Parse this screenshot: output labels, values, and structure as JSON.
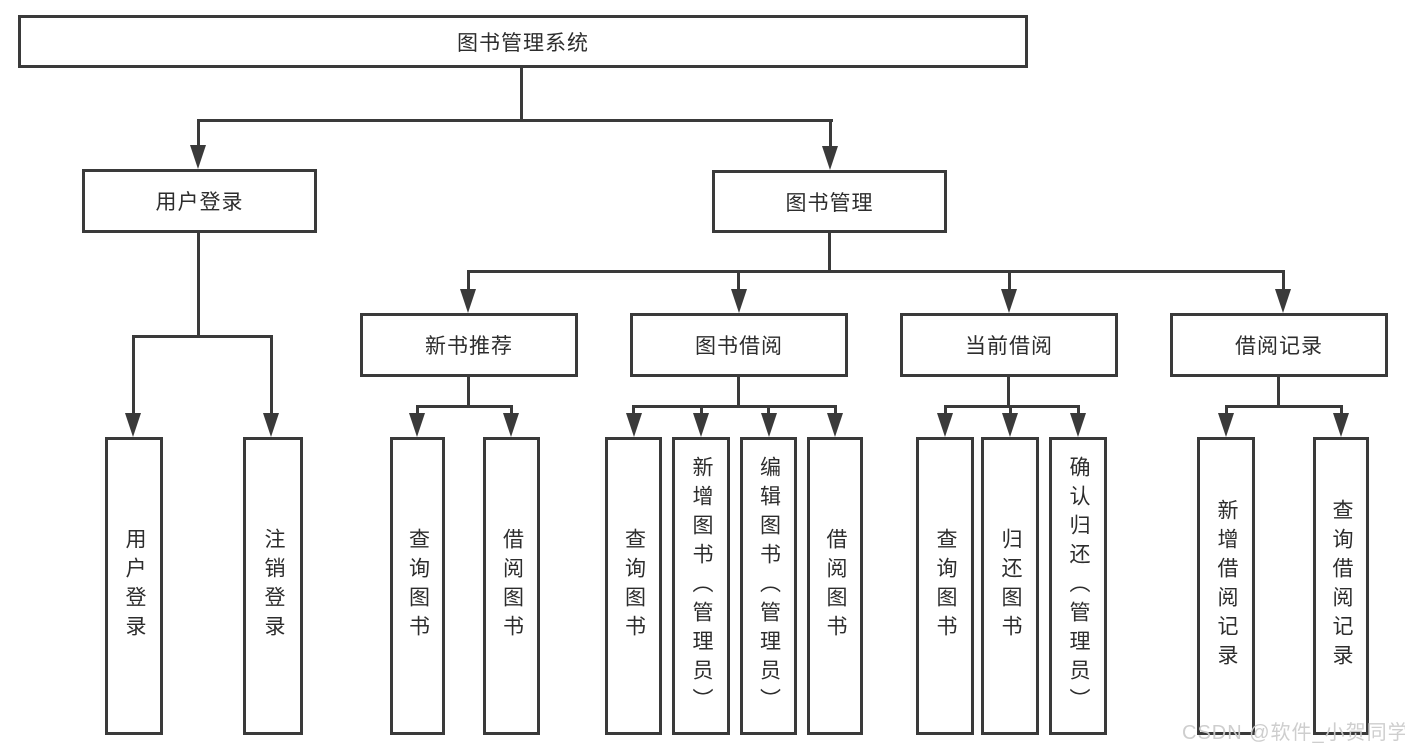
{
  "nodes": {
    "root": "图书管理系统",
    "user_login": "用户登录",
    "book_management": "图书管理",
    "new_book_recommend": "新书推荐",
    "book_borrowing": "图书借阅",
    "current_borrowing": "当前借阅",
    "borrowing_records": "借阅记录"
  },
  "leaves": {
    "user_login": [
      "用户登录",
      "注销登录"
    ],
    "new_book_recommend": [
      "查询图书",
      "借阅图书"
    ],
    "book_borrowing": [
      "查询图书",
      "新增图书（管理员）",
      "编辑图书（管理员）",
      "借阅图书"
    ],
    "current_borrowing": [
      "查询图书",
      "归还图书",
      "确认归还（管理员）"
    ],
    "borrowing_records": [
      "新增借阅记录",
      "查询借阅记录"
    ]
  },
  "watermark": "CSDN @软件_小贺同学",
  "colors": {
    "line": "#3a3a3a",
    "text": "#2d2d2d",
    "background": "#ffffff",
    "watermark": "#cbcbcb"
  }
}
